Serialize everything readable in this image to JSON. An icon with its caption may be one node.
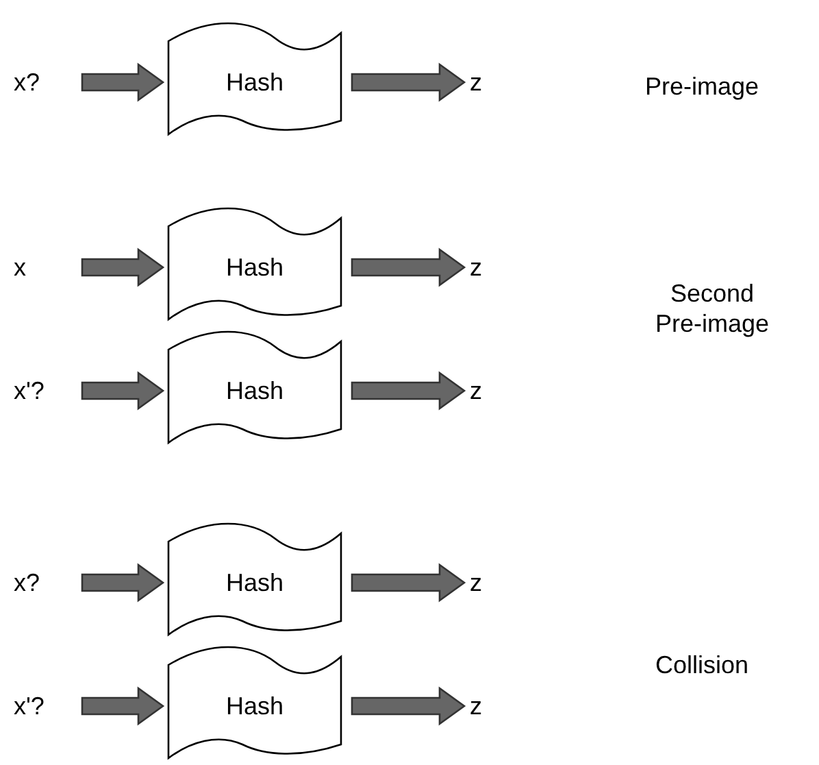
{
  "diagram": {
    "nodes": [
      {
        "text": [
          "x?"
        ]
      },
      {
        "text": [
          "Hash"
        ]
      },
      {
        "text": [
          "z"
        ]
      },
      {
        "text": [
          "x"
        ]
      },
      {
        "text": [
          "Hash"
        ]
      },
      {
        "text": [
          "z"
        ]
      },
      {
        "text": [
          "x'?"
        ]
      },
      {
        "text": [
          "Hash"
        ]
      },
      {
        "text": [
          "z"
        ]
      },
      {
        "text": [
          "x?"
        ]
      },
      {
        "text": [
          "Hash"
        ]
      },
      {
        "text": [
          "z"
        ]
      },
      {
        "text": [
          "x'?"
        ]
      },
      {
        "text": [
          "Hash"
        ]
      },
      {
        "text": [
          "z"
        ]
      }
    ],
    "edges": [
      {
        "from": 0,
        "to": 1,
        "arrow": "to"
      },
      {
        "from": 1,
        "to": 2,
        "arrow": "to"
      },
      {
        "from": 3,
        "to": 4,
        "arrow": "to"
      },
      {
        "from": 4,
        "to": 5,
        "arrow": "to"
      },
      {
        "from": 6,
        "to": 7,
        "arrow": "to"
      },
      {
        "from": 7,
        "to": 8,
        "arrow": "to"
      },
      {
        "from": 9,
        "to": 10,
        "arrow": "to"
      },
      {
        "from": 10,
        "to": 11,
        "arrow": "to"
      },
      {
        "from": 12,
        "to": 13,
        "arrow": "to"
      },
      {
        "from": 13,
        "to": 14,
        "arrow": "to"
      }
    ],
    "labels": [
      "Pre-image",
      "Second Pre-image",
      "Collision"
    ]
  }
}
